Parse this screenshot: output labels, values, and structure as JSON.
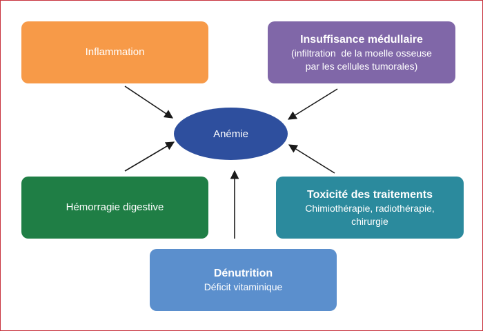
{
  "colors": {
    "inflammation": "#f79a48",
    "insuffisance": "#8067a8",
    "hemorragie": "#1f7e45",
    "toxicite": "#2b8a9d",
    "denutrition": "#5b8fcd",
    "center": "#2e4f9e",
    "arrow": "#1a1a1a",
    "frame": "#c8323c"
  },
  "center": {
    "label": "Anémie"
  },
  "boxes": {
    "inflammation": {
      "title": "Inflammation"
    },
    "insuffisance": {
      "title": "Insuffisance médullaire",
      "line1": "(infiltration  de la moelle osseuse",
      "line2": "par les cellules tumorales)"
    },
    "hemorragie": {
      "title": "Hémorragie digestive"
    },
    "toxicite": {
      "title": "Toxicité des traitements",
      "line1": "Chimiothérapie, radiothérapie,",
      "line2": "chirurgie"
    },
    "denutrition": {
      "title": "Dénutrition",
      "line1": "Déficit vitaminique"
    }
  }
}
